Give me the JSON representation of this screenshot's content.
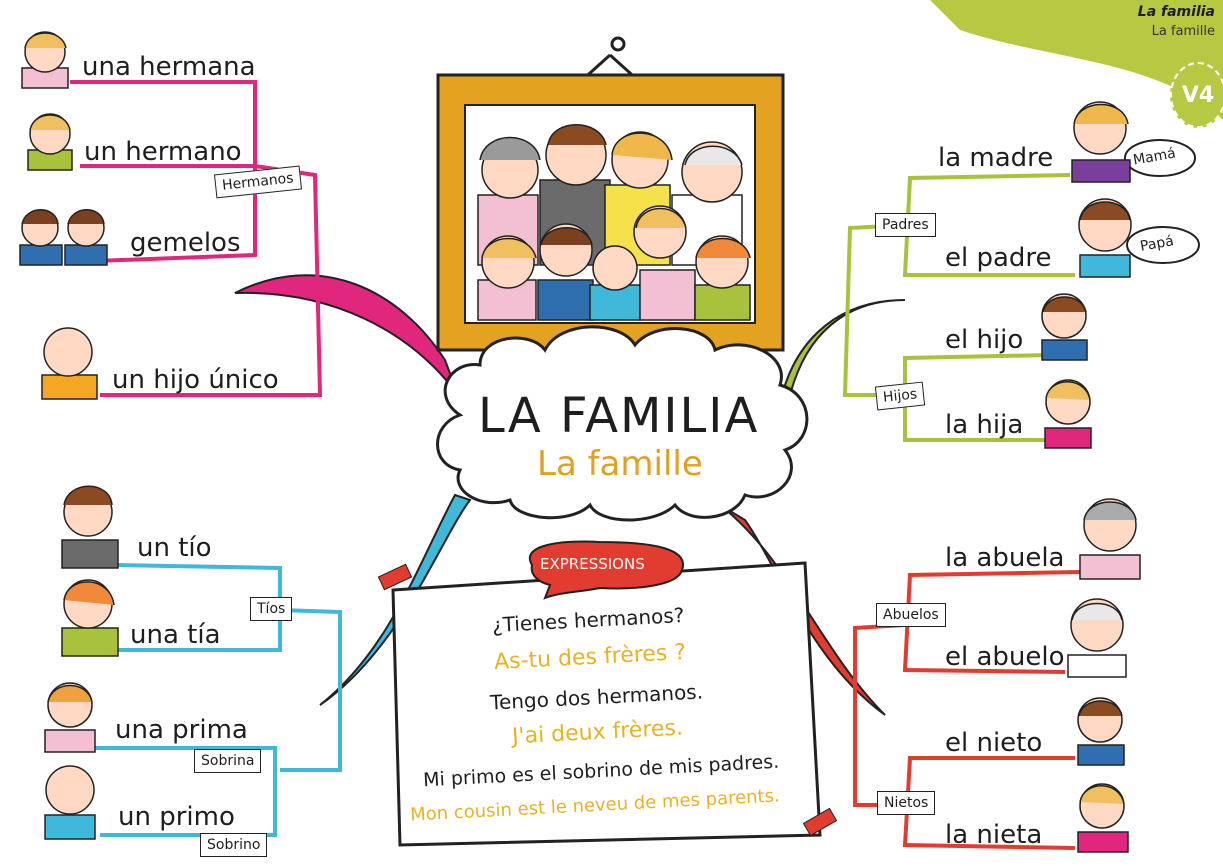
{
  "header": {
    "title": "La familia",
    "subtitle": "La famille",
    "badge": "V4"
  },
  "center": {
    "title": "LA FAMILIA",
    "subtitle": "La famille"
  },
  "groups": {
    "hermanos": {
      "tag": "Hermanos",
      "items": [
        "una hermana",
        "un hermano",
        "gemelos"
      ],
      "extra": "un hijo único"
    },
    "padres": {
      "tag": "Padres",
      "items": [
        "la madre",
        "el padre"
      ],
      "bubbles": [
        "Mamá",
        "Papá"
      ]
    },
    "hijos": {
      "tag": "Hijos",
      "items": [
        "el hijo",
        "la hija"
      ]
    },
    "tios": {
      "tag": "Tíos",
      "items": [
        "un tío",
        "una tía"
      ]
    },
    "primos": {
      "items": [
        "una prima",
        "un primo"
      ],
      "tags": [
        "Sobrina",
        "Sobrino"
      ]
    },
    "abuelos": {
      "tag": "Abuelos",
      "items": [
        "la abuela",
        "el abuelo"
      ]
    },
    "nietos": {
      "tag": "Nietos",
      "items": [
        "el nieto",
        "la nieta"
      ]
    }
  },
  "expressions": {
    "label": "EXPRESSIONS",
    "lines": [
      "¿Tienes hermanos?",
      "As-tu des frères ?",
      "Tengo dos hermanos.",
      "J'ai deux frères.",
      "Mi primo es el sobrino de mis padres.",
      "Mon cousin est le neveu de mes parents."
    ]
  },
  "colors": {
    "pink": "#e0267d",
    "green": "#a8c23b",
    "blue": "#3fb8d9",
    "red": "#e23b2f",
    "gold": "#e8b225",
    "frame": "#e3a21f",
    "corner": "#b7c843"
  }
}
